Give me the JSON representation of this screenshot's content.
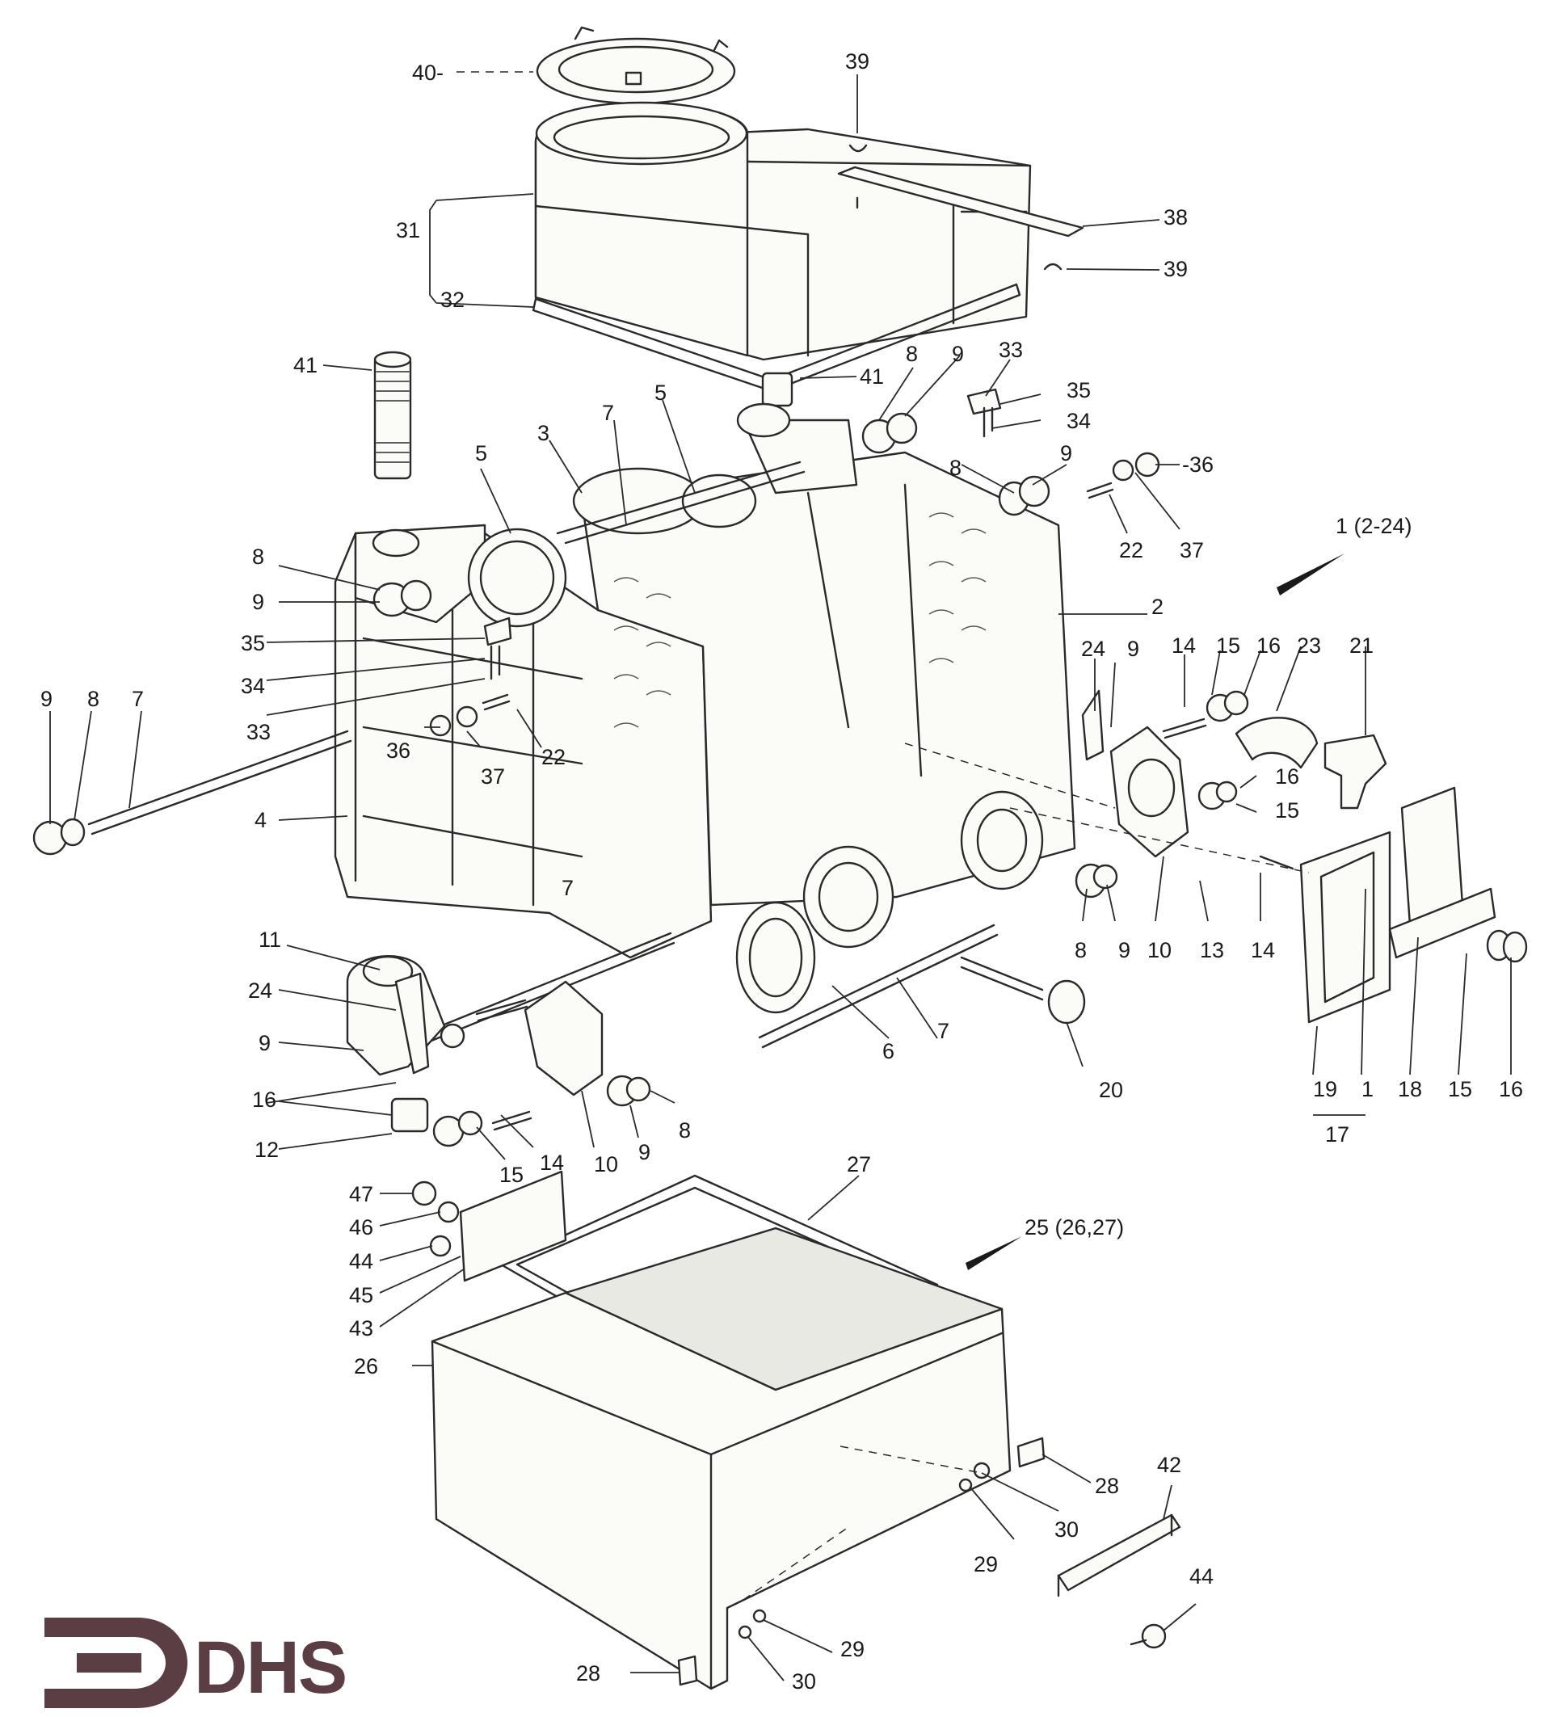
{
  "diagram": {
    "labels": [
      {
        "id": "l40",
        "text": "40-"
      },
      {
        "id": "l39a",
        "text": "39"
      },
      {
        "id": "l31",
        "text": "31"
      },
      {
        "id": "l32",
        "text": "32"
      },
      {
        "id": "l38",
        "text": "38"
      },
      {
        "id": "l39b",
        "text": "39"
      },
      {
        "id": "l41a",
        "text": "41"
      },
      {
        "id": "l41b",
        "text": "41"
      },
      {
        "id": "l8a",
        "text": "8"
      },
      {
        "id": "l9a",
        "text": "9"
      },
      {
        "id": "l33a",
        "text": "33"
      },
      {
        "id": "l35a",
        "text": "35"
      },
      {
        "id": "l34a",
        "text": "34"
      },
      {
        "id": "l3",
        "text": "3"
      },
      {
        "id": "l7a",
        "text": "7"
      },
      {
        "id": "l5a",
        "text": "5"
      },
      {
        "id": "l5b",
        "text": "5"
      },
      {
        "id": "l8b",
        "text": "8"
      },
      {
        "id": "l9b",
        "text": "9"
      },
      {
        "id": "l36a",
        "text": "-36"
      },
      {
        "id": "l22a",
        "text": "22"
      },
      {
        "id": "l37a",
        "text": "37"
      },
      {
        "id": "l1ref",
        "text": "1 (2-24)"
      },
      {
        "id": "l8c",
        "text": "8"
      },
      {
        "id": "l9c",
        "text": "9"
      },
      {
        "id": "l35b",
        "text": "35"
      },
      {
        "id": "l34b",
        "text": "34"
      },
      {
        "id": "l33b",
        "text": "33"
      },
      {
        "id": "l36b",
        "text": "36"
      },
      {
        "id": "l37b",
        "text": "37"
      },
      {
        "id": "l22b",
        "text": "22"
      },
      {
        "id": "l2",
        "text": "2"
      },
      {
        "id": "l24a",
        "text": "24"
      },
      {
        "id": "l9d",
        "text": "9"
      },
      {
        "id": "l14a",
        "text": "14"
      },
      {
        "id": "l15a",
        "text": "15"
      },
      {
        "id": "l16a",
        "text": "16"
      },
      {
        "id": "l23",
        "text": "23"
      },
      {
        "id": "l21",
        "text": "21"
      },
      {
        "id": "l16b",
        "text": "16"
      },
      {
        "id": "l15b",
        "text": "15"
      },
      {
        "id": "l9e",
        "text": "9"
      },
      {
        "id": "l8d",
        "text": "8"
      },
      {
        "id": "l7b",
        "text": "7"
      },
      {
        "id": "l4",
        "text": "4"
      },
      {
        "id": "l8e",
        "text": "8"
      },
      {
        "id": "l9f",
        "text": "9"
      },
      {
        "id": "l10a",
        "text": "10"
      },
      {
        "id": "l13",
        "text": "13"
      },
      {
        "id": "l14b",
        "text": "14"
      },
      {
        "id": "l11",
        "text": "11"
      },
      {
        "id": "l7c",
        "text": "7"
      },
      {
        "id": "l24b",
        "text": "24"
      },
      {
        "id": "l9g",
        "text": "9"
      },
      {
        "id": "l16c",
        "text": "16"
      },
      {
        "id": "l12",
        "text": "12"
      },
      {
        "id": "l15c",
        "text": "15"
      },
      {
        "id": "l14c",
        "text": "14"
      },
      {
        "id": "l10b",
        "text": "10"
      },
      {
        "id": "l9h",
        "text": "9"
      },
      {
        "id": "l8f",
        "text": "8"
      },
      {
        "id": "l6",
        "text": "6"
      },
      {
        "id": "l7d",
        "text": "7"
      },
      {
        "id": "l20",
        "text": "20"
      },
      {
        "id": "l19",
        "text": "19"
      },
      {
        "id": "l1b",
        "text": "1"
      },
      {
        "id": "l18",
        "text": "18"
      },
      {
        "id": "l15d",
        "text": "15"
      },
      {
        "id": "l16d",
        "text": "16"
      },
      {
        "id": "l17",
        "text": "17"
      },
      {
        "id": "l27",
        "text": "27"
      },
      {
        "id": "l25",
        "text": "25 (26,27)"
      },
      {
        "id": "l47",
        "text": "47"
      },
      {
        "id": "l46",
        "text": "46"
      },
      {
        "id": "l44a",
        "text": "44"
      },
      {
        "id": "l45",
        "text": "45"
      },
      {
        "id": "l43",
        "text": "43"
      },
      {
        "id": "l26",
        "text": "26"
      },
      {
        "id": "l28a",
        "text": "28"
      },
      {
        "id": "l42",
        "text": "42"
      },
      {
        "id": "l30a",
        "text": "30"
      },
      {
        "id": "l29a",
        "text": "29"
      },
      {
        "id": "l44b",
        "text": "44"
      },
      {
        "id": "l29b",
        "text": "29"
      },
      {
        "id": "l28b",
        "text": "28"
      },
      {
        "id": "l30b",
        "text": "30"
      }
    ]
  },
  "logo": {
    "text": "DHS",
    "color": "#5b3d44"
  }
}
